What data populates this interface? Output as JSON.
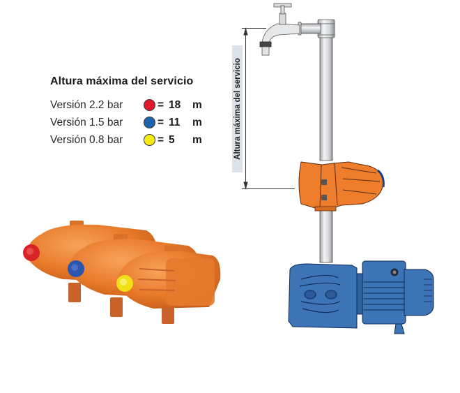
{
  "legend": {
    "title": "Altura máxima del servicio",
    "rows": [
      {
        "version": "Versión 2.2 bar",
        "color": "#e2192c",
        "equals": "=",
        "value": "18",
        "unit": "m"
      },
      {
        "version": "Versión 1.5 bar",
        "color": "#1c63b0",
        "equals": "=",
        "value": "11",
        "unit": "m"
      },
      {
        "version": "Versión 0.8 bar",
        "color": "#f7ea14",
        "equals": "=",
        "value": "5",
        "unit": "m"
      }
    ]
  },
  "dimension": {
    "label": "Altura máxima del servicio"
  },
  "colors": {
    "controller_orange": "#ee7d2c",
    "pump_blue": "#3d74b5",
    "pipe_gray": "#d6d8da"
  }
}
